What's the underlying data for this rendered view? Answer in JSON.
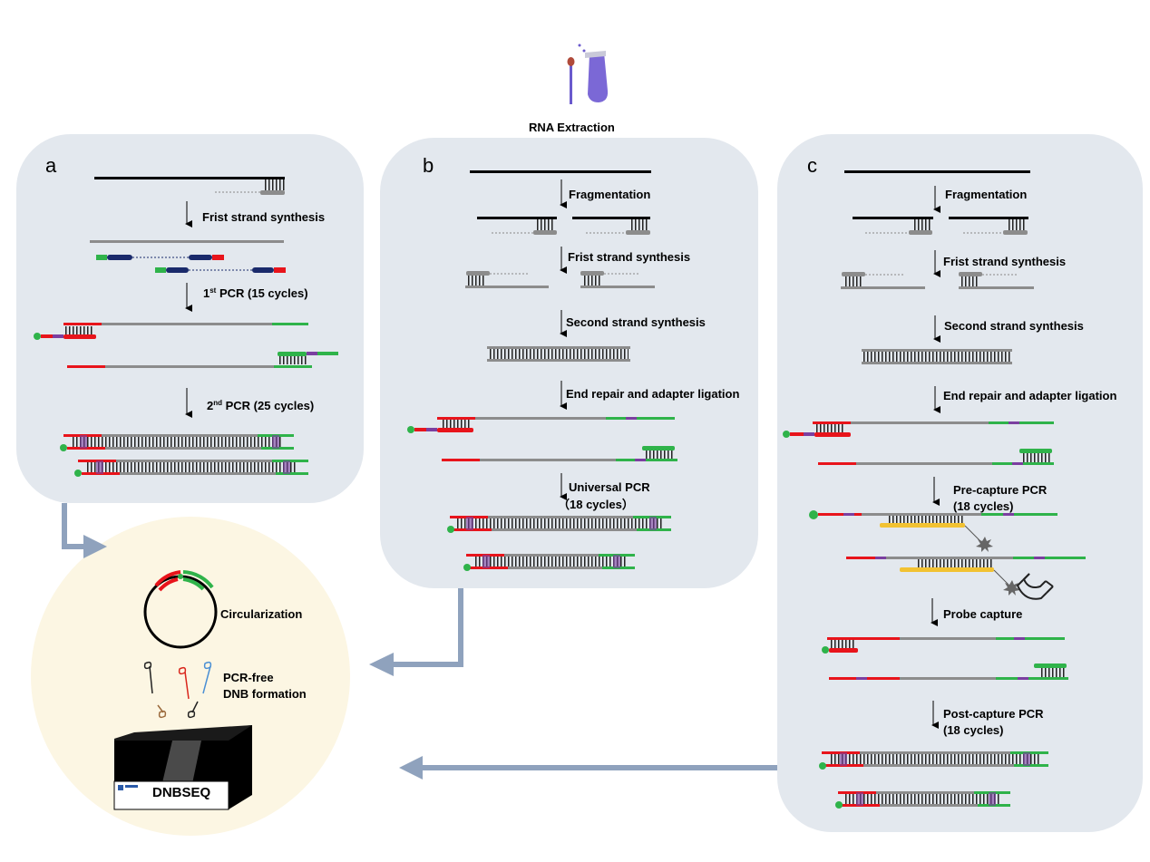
{
  "header": {
    "title": "RNA Extraction"
  },
  "panel_a": {
    "letter": "a",
    "steps": [
      "Frist strand synthesis",
      "1",
      "st",
      " PCR (15 cycles)",
      "2",
      "nd",
      "  PCR (25 cycles)"
    ]
  },
  "panel_b": {
    "letter": "b",
    "steps": [
      "Fragmentation",
      "Frist strand synthesis",
      "Second  strand synthesis",
      "End repair and adapter ligation",
      "Universal PCR",
      "（18 cycles）"
    ]
  },
  "panel_c": {
    "letter": "c",
    "steps": [
      "Fragmentation",
      "Frist strand synthesis",
      "Second  strand synthesis",
      "End repair and adapter ligation",
      "Pre-capture PCR",
      "(18 cycles)",
      "Probe capture",
      "Post-capture PCR",
      "(18 cycles)"
    ]
  },
  "sequencing": {
    "circularization": "Circularization",
    "dnb_line1": "PCR-free",
    "dnb_line2": "DNB formation",
    "machine_label": "DNBSEQ"
  },
  "colors": {
    "panel_bg": "#e3e8ee",
    "seq_bg": "#fcf6e3",
    "arrow_flow": "#8fa2bd",
    "red": "#e8141b",
    "green": "#2fb34a",
    "navy": "#1a2a6b",
    "purple": "#7b3fa0",
    "gray": "#8c8c8c",
    "yellow": "#f2c232"
  }
}
